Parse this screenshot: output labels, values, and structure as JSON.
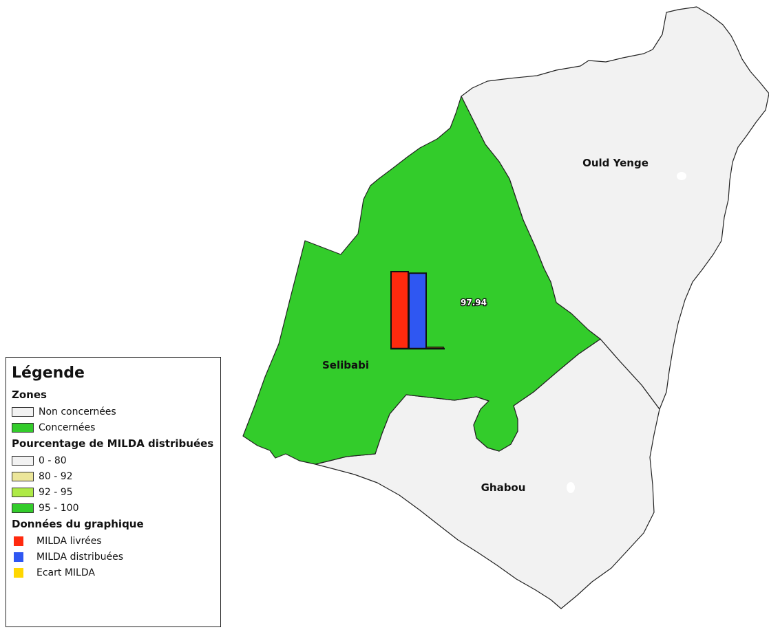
{
  "map": {
    "colors": {
      "not_concerned": "#f2f2f2",
      "concerned": "#33cc2b",
      "outline": "#222222"
    },
    "regions": [
      {
        "id": "selibabi",
        "name": "Selibabi",
        "status": "concerned",
        "percentage_class": "95 - 100"
      },
      {
        "id": "ould-yenge",
        "name": "Ould Yenge",
        "status": "not_concerned"
      },
      {
        "id": "ghabou",
        "name": "Ghabou",
        "status": "not_concerned"
      }
    ],
    "chart": {
      "region": "Selibabi",
      "value_label": "97.94",
      "relative_heights": {
        "MILDA livrées": 1.0,
        "MILDA distribuées": 0.98,
        "Ecart MILDA": 0.02
      }
    }
  },
  "legend": {
    "title": "Légende",
    "zones": {
      "title": "Zones",
      "items": [
        {
          "label": "Non concernées",
          "color": "#f2f2f2"
        },
        {
          "label": "Concernées",
          "color": "#33cc2b"
        }
      ]
    },
    "percentage": {
      "title": "Pourcentage de MILDA distribuées",
      "items": [
        {
          "label": "0 - 80",
          "color": "#f2f2f2"
        },
        {
          "label": "80 - 92",
          "color": "#ece69a"
        },
        {
          "label": "92 - 95",
          "color": "#aeea46"
        },
        {
          "label": "95 - 100",
          "color": "#33cc2b"
        }
      ]
    },
    "chart_data": {
      "title": "Données du graphique",
      "items": [
        {
          "label": "MILDA livrées",
          "color": "#ff2a0e"
        },
        {
          "label": "MILDA distribuées",
          "color": "#2f57f2"
        },
        {
          "label": "Ecart MILDA",
          "color": "#ffd700"
        }
      ]
    }
  }
}
